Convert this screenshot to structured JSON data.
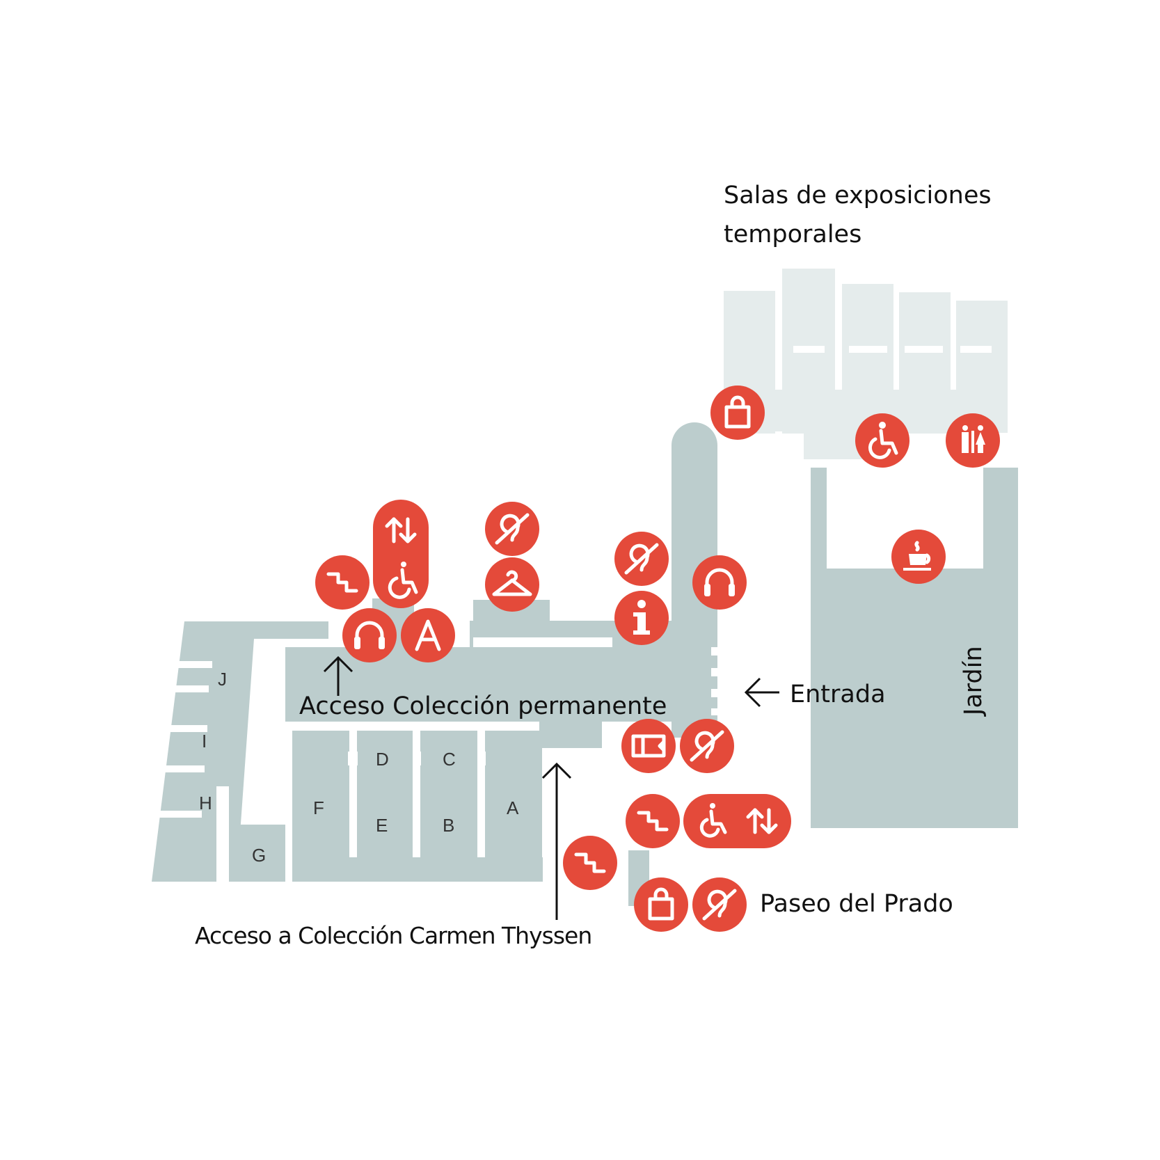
{
  "map": {
    "title_line1": "Salas de exposiciones",
    "title_line2": "temporales",
    "access_permanent": "Acceso Colección permanente",
    "access_carmen": "Acceso a Colección Carmen Thyssen",
    "entrance": "Entrada",
    "street": "Paseo del Prado",
    "garden": "Jardín",
    "rooms": [
      "J",
      "I",
      "H",
      "G",
      "F",
      "D",
      "E",
      "C",
      "B",
      "A"
    ]
  },
  "colors": {
    "building": "#bccdcd",
    "temporary_rooms": "#e5ecec",
    "icon_circle": "#e44a3a",
    "text": "#111111"
  },
  "icons": [
    "stairs-icon",
    "elevator-icon",
    "accessible-icon",
    "hearing-loop-icon",
    "cloakroom-icon",
    "info-icon",
    "audioguide-icon",
    "shop-icon",
    "toilets-icon",
    "cafe-icon",
    "ticket-icon",
    "a-label-icon"
  ]
}
